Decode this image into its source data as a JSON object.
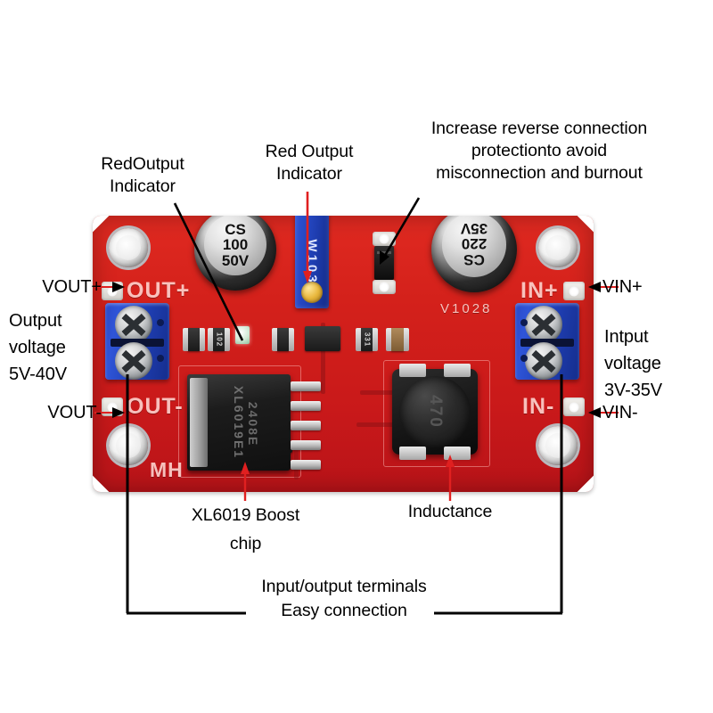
{
  "figure": {
    "subject": "XL6019 DC-DC boost converter module annotated diagram",
    "background_color": "#ffffff"
  },
  "annotations": {
    "red_output_indicator_left": "RedOutput\nIndicator",
    "red_output_indicator_top": "Red Output\nIndicator",
    "reverse_protection": "Increase reverse connection\nprotectionto avoid\nmisconnection and burnout",
    "vout_plus": "VOUT+",
    "vout_minus": "VOUT-",
    "vin_plus": "VIN+",
    "vin_minus": "VIN-",
    "output_voltage": "Output\nvoltage\n5V-40V",
    "input_voltage": "Intput\nvoltage\n3V-35V",
    "boost_chip": "XL6019 Boost\nchip",
    "inductance": "Inductance",
    "terminals_line1": "Input/output terminals",
    "terminals_line2": "Easy connection"
  },
  "board": {
    "color": "#d4211b",
    "silkscreen": {
      "out_plus": "OUT+",
      "out_minus": "OUT-",
      "in_plus": "IN+",
      "in_minus": "IN-",
      "brand": "MH",
      "version": "V1028"
    },
    "components": {
      "cap_output": {
        "line1": "CS",
        "line2": "100",
        "line3": "50V"
      },
      "cap_input": {
        "line1": "CS",
        "line2": "220",
        "line3": "35V"
      },
      "trimmer": {
        "code": "W103"
      },
      "chip": {
        "part": "XL6019E1",
        "lot": "2408E"
      },
      "inductor": {
        "value": "470"
      },
      "smd_resistor_1": "102",
      "smd_resistor_2": "331"
    }
  },
  "colors": {
    "pcb_red": "#d4211b",
    "terminal_blue": "#1f3fb4",
    "leader_red": "#e02020",
    "leader_black": "#000000",
    "silkscreen_white": "#ffd8d3"
  }
}
